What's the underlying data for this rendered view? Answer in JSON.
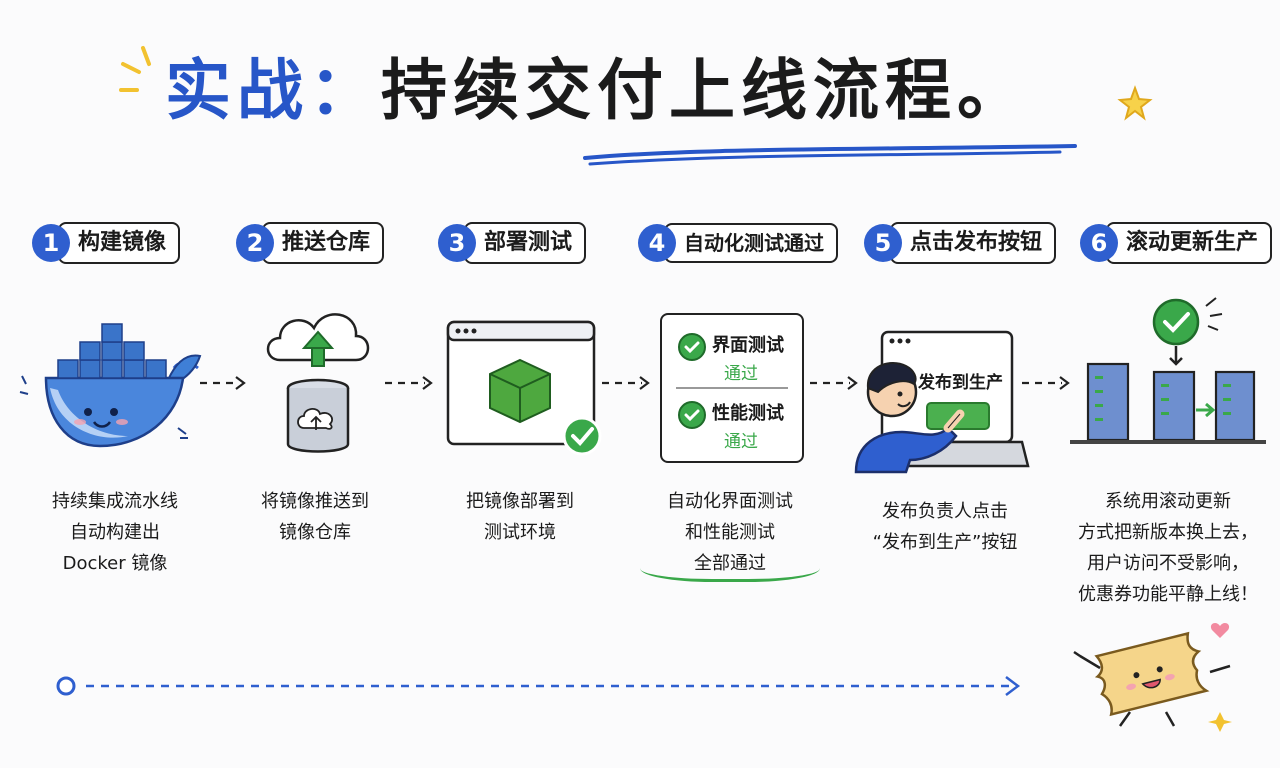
{
  "title": {
    "accent": "实战：",
    "rest": "持续交付上线流程。"
  },
  "steps": [
    {
      "num": "1",
      "label": "构建镜像",
      "desc": [
        "持续集成流水线",
        "自动构建出",
        "Docker 镜像"
      ]
    },
    {
      "num": "2",
      "label": "推送仓库",
      "desc": [
        "将镜像推送到",
        "镜像仓库"
      ]
    },
    {
      "num": "3",
      "label": "部署测试",
      "desc": [
        "把镜像部署到",
        "测试环境"
      ]
    },
    {
      "num": "4",
      "label": "自动化测试通过",
      "desc": [
        "自动化界面测试",
        "和性能测试",
        "全部通过"
      ]
    },
    {
      "num": "5",
      "label": "点击发布按钮",
      "desc": [
        "发布负责人点击",
        "“发布到生产”按钮"
      ]
    },
    {
      "num": "6",
      "label": "滚动更新生产",
      "desc": [
        "系统用滚动更新",
        "方式把新版本换上去，",
        "用户访问不受影响，",
        "优惠券功能平静上线！"
      ]
    }
  ],
  "test_panel": {
    "ui_test": "界面测试",
    "ui_result": "通过",
    "perf_test": "性能测试",
    "perf_result": "通过"
  },
  "release_screen": {
    "label": "发布到生产"
  },
  "colors": {
    "primary": "#2f5fcf",
    "success": "#3aa84a",
    "whale": "#3f7fd6",
    "ticket": "#f5d58a"
  }
}
